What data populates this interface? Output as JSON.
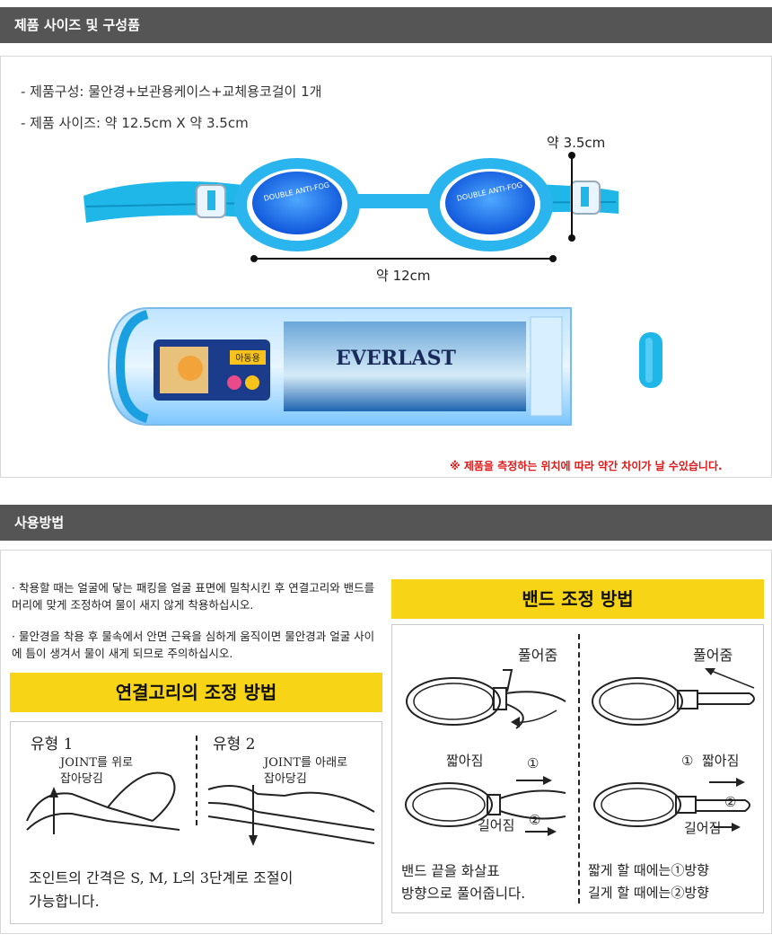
{
  "section1": {
    "header": "제품 사이즈 및 구성품",
    "composition": "- 제품구성: 물안경+보관용케이스+교체용코걸이 1개",
    "size": "- 제품 사이즈: 약 12.5cm X 약 3.5cm",
    "height_label": "약 3.5cm",
    "width_label": "약 12cm",
    "lens_text": "DOUBLE ANTI-FOG",
    "brand": "EVERLAST",
    "case_label_kids": "아동용",
    "warning": "※ 제품을 측정하는 위치에 따라 약간 차이가 날 수있습니다."
  },
  "section2": {
    "header": "사용방법",
    "bullet1": "· 착용할 때는 얼굴에 닿는 패킹을 얼굴 표면에 밀착시킨 후 연결고리와 밴드를 머리에 맞게 조정하여 물이 새지 않게 착용하십시오.",
    "bullet2": "· 물안경을 착용 후 물속에서 안면 근육을 심하게 움직이면 물안경과 얼굴 사이에 틈이 생겨서 물이 새게 되므로 주의하십시오.",
    "joint": {
      "title": "연결고리의 조정 방법",
      "type1": "유형 1",
      "type1_desc_1": "JOINT를 위로",
      "type1_desc_2": "잡아당김",
      "type2": "유형 2",
      "type2_desc_1": "JOINT를 아래로",
      "type2_desc_2": "잡아당김",
      "note_1": "조인트의 간격은 S, M, L의 3단계로 조절이",
      "note_2": "가능합니다."
    },
    "band": {
      "title": "밴드 조정 방법",
      "loosen": "풀어줌",
      "shorten": "짧아짐",
      "lengthen": "길어짐",
      "mark1": "①",
      "mark2": "②",
      "left_note_1": "밴드 끝을 화살표",
      "left_note_2": "방향으로 풀어줍니다.",
      "right_note_1": "짧게 할 때에는①방향",
      "right_note_2": "길게 할 때에는②방향"
    }
  }
}
